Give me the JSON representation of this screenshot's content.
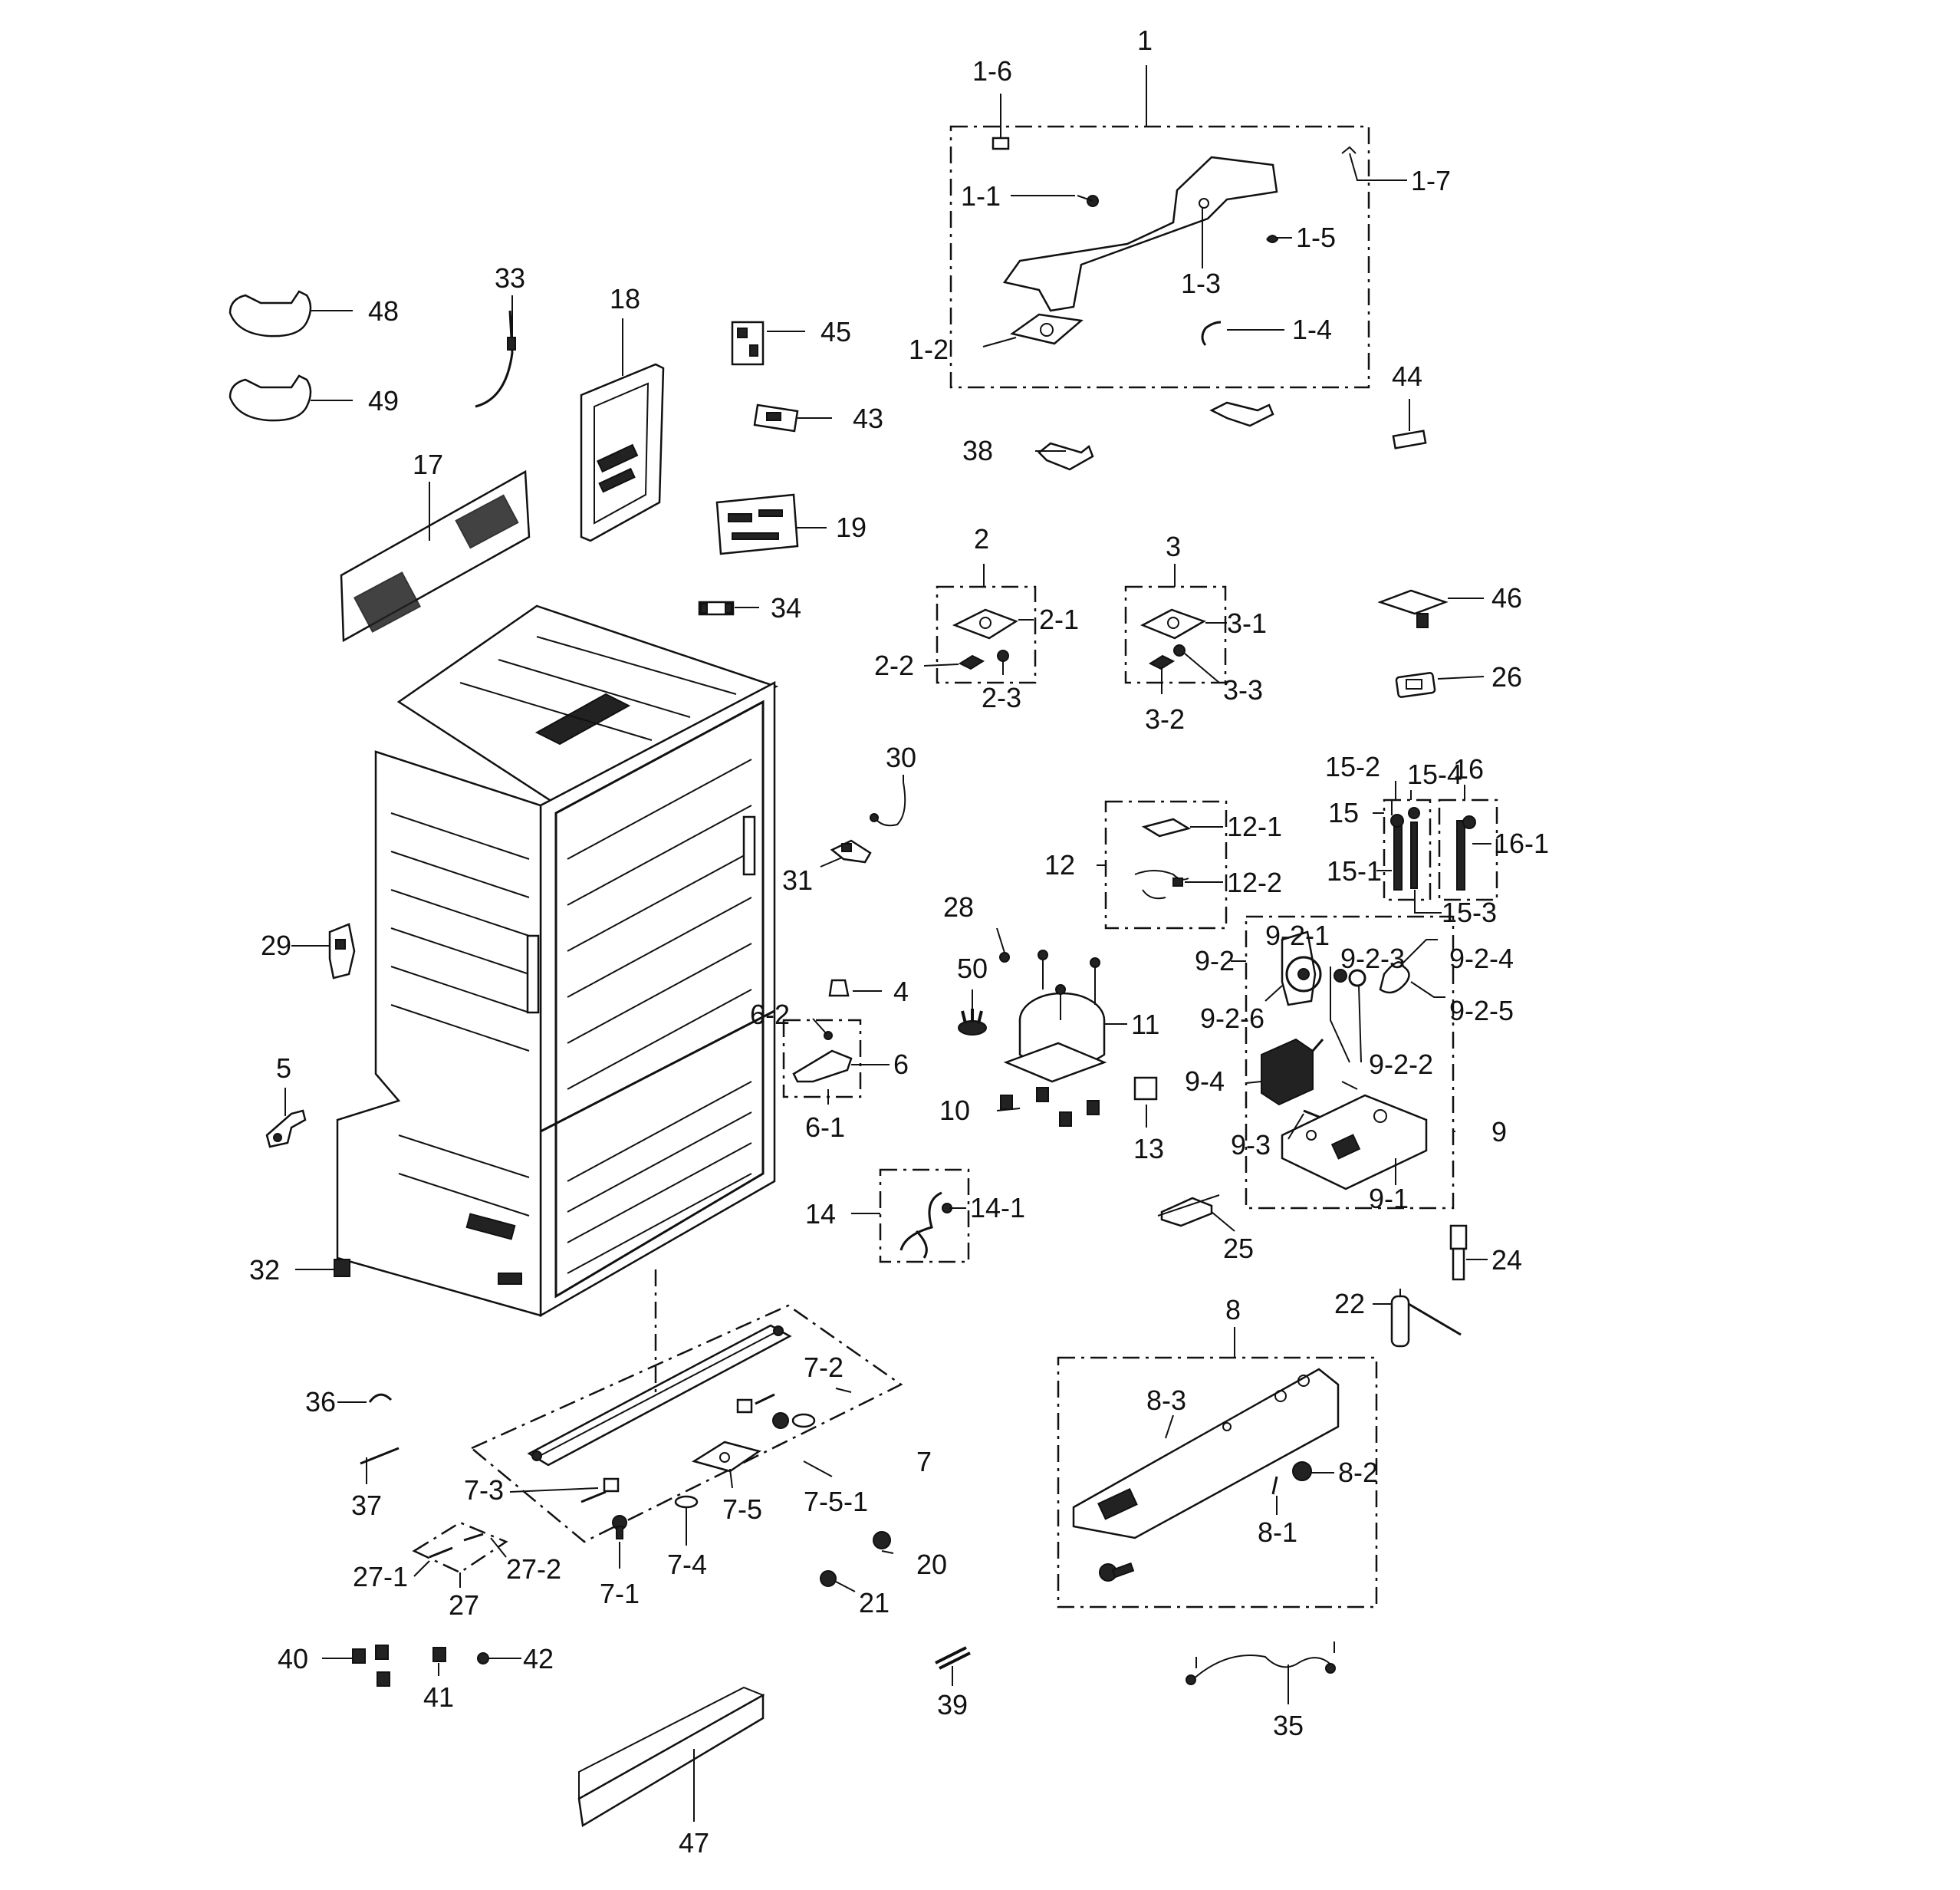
{
  "labels": {
    "l1": "1",
    "l1_1": "1-1",
    "l1_2": "1-2",
    "l1_3": "1-3",
    "l1_4": "1-4",
    "l1_5": "1-5",
    "l1_6": "1-6",
    "l1_7": "1-7",
    "l2": "2",
    "l2_1": "2-1",
    "l2_2": "2-2",
    "l2_3": "2-3",
    "l3": "3",
    "l3_1": "3-1",
    "l3_2": "3-2",
    "l3_3": "3-3",
    "l4": "4",
    "l5": "5",
    "l6": "6",
    "l6_1": "6-1",
    "l6_2": "6-2",
    "l7": "7",
    "l7_1": "7-1",
    "l7_2": "7-2",
    "l7_3": "7-3",
    "l7_4": "7-4",
    "l7_5": "7-5",
    "l7_5_1": "7-5-1",
    "l8": "8",
    "l8_1": "8-1",
    "l8_2": "8-2",
    "l8_3": "8-3",
    "l9": "9",
    "l9_1": "9-1",
    "l9_2": "9-2",
    "l9_2_1": "9-2-1",
    "l9_2_2": "9-2-2",
    "l9_2_3": "9-2-3",
    "l9_2_4": "9-2-4",
    "l9_2_5": "9-2-5",
    "l9_2_6": "9-2-6",
    "l9_3": "9-3",
    "l9_4": "9-4",
    "l10": "10",
    "l11": "11",
    "l12": "12",
    "l12_1": "12-1",
    "l12_2": "12-2",
    "l13": "13",
    "l14": "14",
    "l14_1": "14-1",
    "l15": "15",
    "l15_1": "15-1",
    "l15_2": "15-2",
    "l15_3": "15-3",
    "l15_4": "15-4",
    "l16": "16",
    "l16_1": "16-1",
    "l17": "17",
    "l18": "18",
    "l19": "19",
    "l20": "20",
    "l21": "21",
    "l22": "22",
    "l24": "24",
    "l25": "25",
    "l26": "26",
    "l27": "27",
    "l27_1": "27-1",
    "l27_2": "27-2",
    "l28": "28",
    "l29": "29",
    "l30": "30",
    "l31": "31",
    "l32": "32",
    "l33": "33",
    "l34": "34",
    "l35": "35",
    "l36": "36",
    "l37": "37",
    "l38": "38",
    "l39": "39",
    "l40": "40",
    "l41": "41",
    "l42": "42",
    "l43": "43",
    "l44": "44",
    "l45": "45",
    "l46": "46",
    "l47": "47",
    "l48": "48",
    "l49": "49",
    "l50": "50"
  }
}
